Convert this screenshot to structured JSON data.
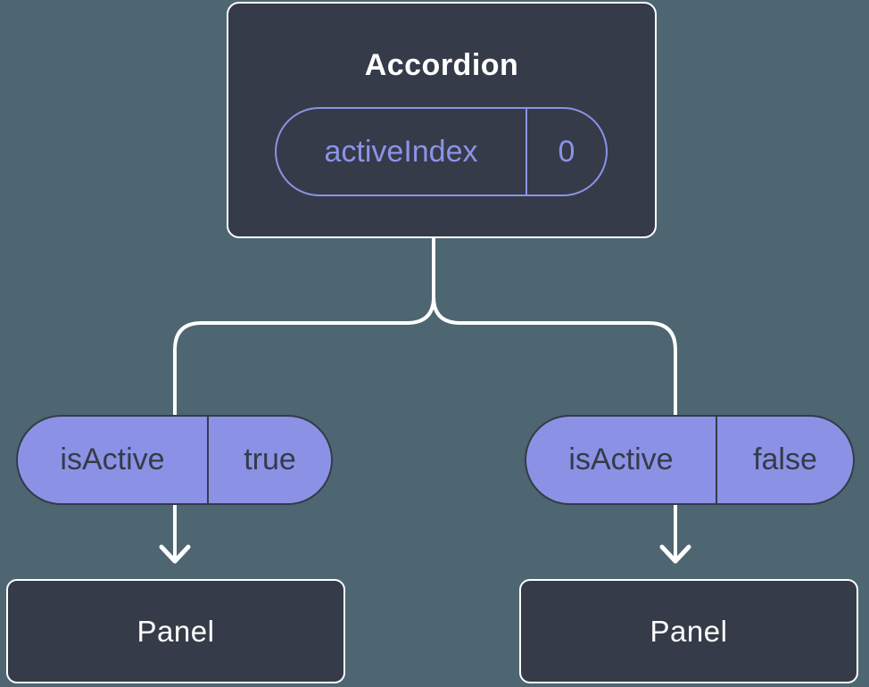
{
  "colors": {
    "background": "#4d6671",
    "node_fill": "#353b48",
    "node_border": "#ffffff",
    "node_text": "#ffffff",
    "pill_fill": "#8b92e6",
    "pill_dark": "#353b48",
    "accent_purple": "#8b93e8",
    "connector": "#ffffff"
  },
  "tree": {
    "root": {
      "label": "Accordion",
      "state": {
        "key": "activeIndex",
        "value": "0"
      }
    },
    "left": {
      "prop": {
        "key": "isActive",
        "value": "true"
      },
      "child": {
        "label": "Panel"
      }
    },
    "right": {
      "prop": {
        "key": "isActive",
        "value": "false"
      },
      "child": {
        "label": "Panel"
      }
    }
  }
}
